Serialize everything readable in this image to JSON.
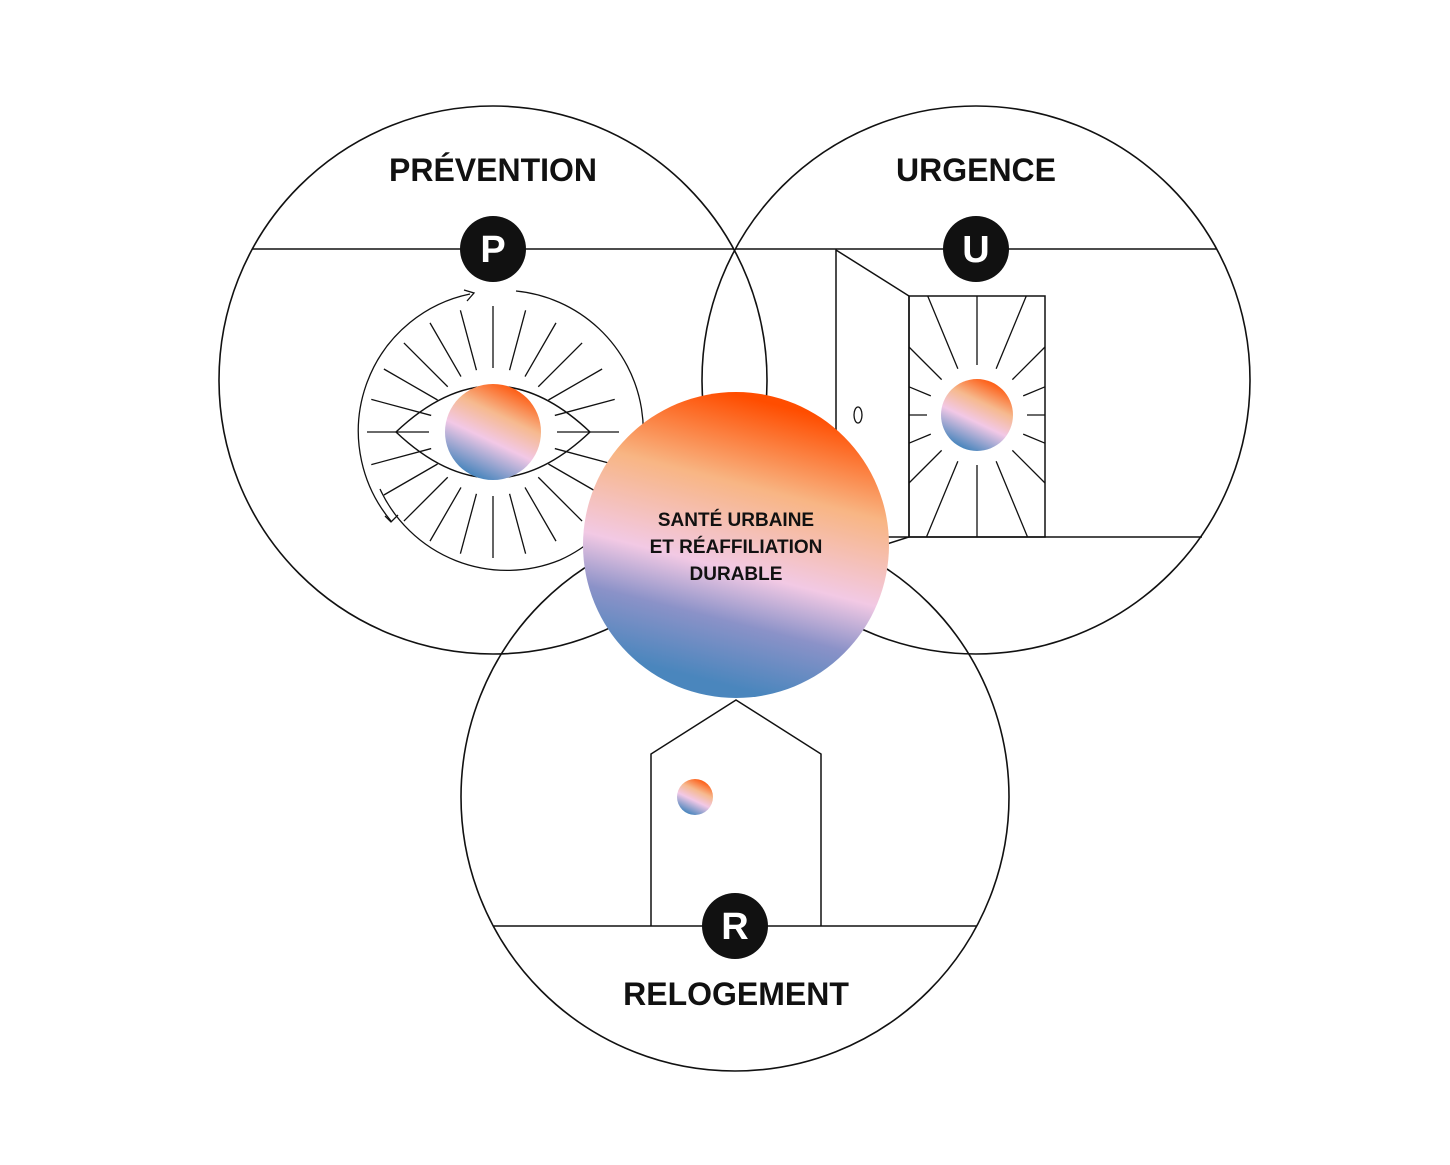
{
  "pillars": {
    "prevention": {
      "title": "PRÉVENTION",
      "letter": "P"
    },
    "urgence": {
      "title": "URGENCE",
      "letter": "U"
    },
    "relogement": {
      "title": "RELOGEMENT",
      "letter": "R"
    }
  },
  "center": {
    "line1": "SANTÉ URBAINE",
    "line2": "ET RÉAFFILIATION",
    "line3": "DURABLE"
  },
  "door_knob": "0",
  "colors": {
    "stroke": "#111111",
    "badge": "#111111",
    "badge_text": "#ffffff",
    "gradient_orange": "#ff4d00",
    "gradient_peach": "#f6b98e",
    "gradient_pink": "#f2c8e6",
    "gradient_blue": "#4a86bd"
  }
}
